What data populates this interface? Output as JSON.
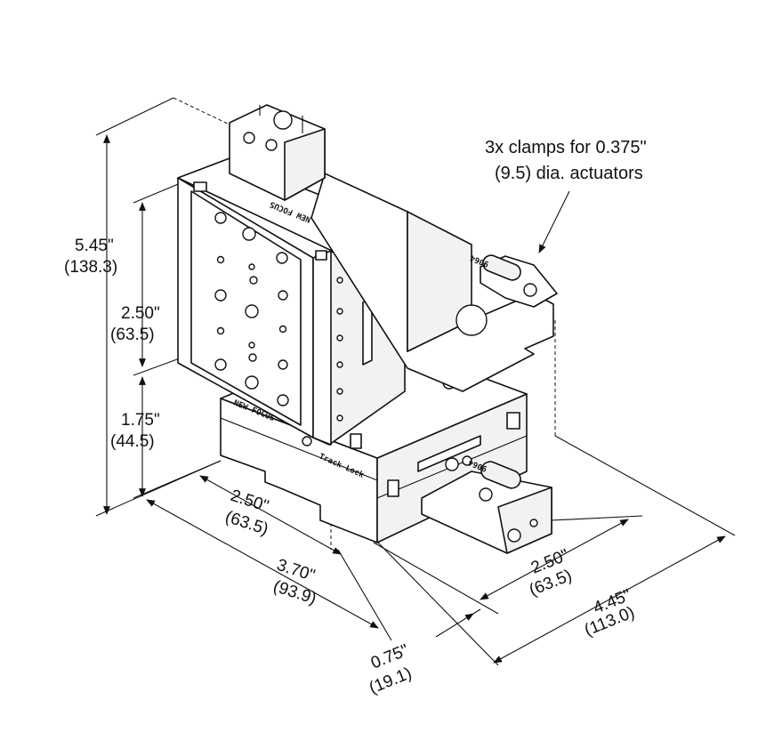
{
  "annotation": {
    "line1": "3x clamps for 0.375\"",
    "line2": "(9.5) dia. actuators"
  },
  "dimensions": {
    "height_total": {
      "inch": "5.45\"",
      "mm": "(138.3)"
    },
    "height_upper": {
      "inch": "2.50\"",
      "mm": "(63.5)"
    },
    "height_lower": {
      "inch": "1.75\"",
      "mm": "(44.5)"
    },
    "width_front": {
      "inch": "2.50\"",
      "mm": "(63.5)"
    },
    "width_total": {
      "inch": "3.70\"",
      "mm": "(93.9)"
    },
    "offset_clamp": {
      "inch": "0.75\"",
      "mm": "(19.1)"
    },
    "depth_side": {
      "inch": "2.50\"",
      "mm": "(63.5)"
    },
    "depth_total": {
      "inch": "4.45\"",
      "mm": "(113.0)"
    }
  },
  "engravings": {
    "brand": "NEW FOCUS",
    "brand_mirror": "NEW FOCUS",
    "lock": "Track Lock",
    "model_top": "9064",
    "model_front": "9064"
  }
}
